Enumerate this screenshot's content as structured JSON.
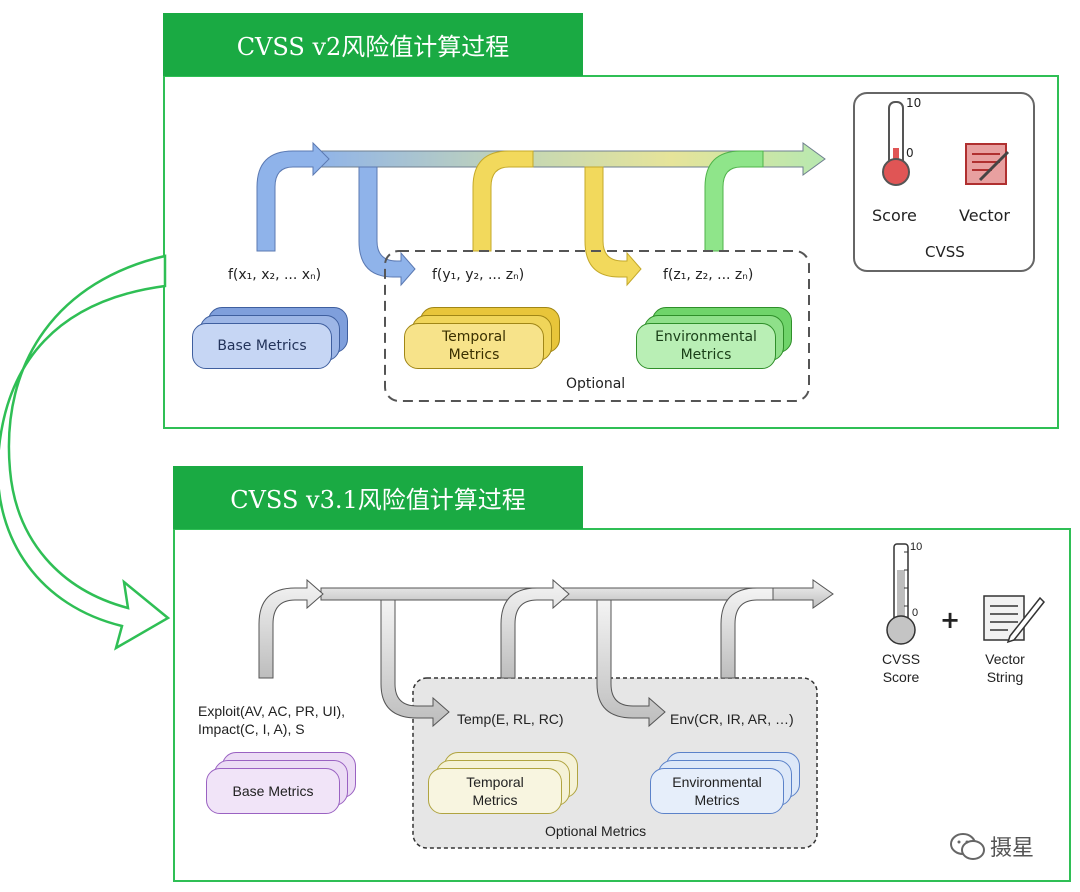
{
  "v2": {
    "title": "CVSS  v2风险值计算过程",
    "func_base": "f(x₁, x₂, ... xₙ)",
    "func_temporal": "f(y₁, y₂, ... zₙ)",
    "func_env": "f(z₁, z₂, ... zₙ)",
    "base_metrics": "Base Metrics",
    "temporal_metrics_1": "Temporal",
    "temporal_metrics_2": "Metrics",
    "env_metrics_1": "Environmental",
    "env_metrics_2": "Metrics",
    "optional": "Optional",
    "cvss_box": {
      "scale_max": "10",
      "scale_min": "0",
      "score_label": "Score",
      "vector_label": "Vector",
      "box_label": "CVSS"
    }
  },
  "v31": {
    "title": "CVSS  v3.1风险值计算过程",
    "func_base_1": "Exploit(AV, AC, PR, UI),",
    "func_base_2": "Impact(C, I, A), S",
    "func_temporal": "Temp(E, RL, RC)",
    "func_env": "Env(CR, IR, AR, …)",
    "base_metrics": "Base Metrics",
    "temporal_metrics_1": "Temporal",
    "temporal_metrics_2": "Metrics",
    "env_metrics_1": "Environmental",
    "env_metrics_2": "Metrics",
    "optional": "Optional Metrics",
    "scale_max": "10",
    "scale_min": "0",
    "plus": "+",
    "score_label_1": "CVSS",
    "score_label_2": "Score",
    "vector_label_1": "Vector",
    "vector_label_2": "String"
  },
  "watermark": "摄星",
  "colors": {
    "green": "#1aaa43",
    "blue": "#8fb3ea",
    "yellow": "#f2d95c",
    "lightgreen": "#8fe58a",
    "purple": "#d9b8ee",
    "gray": "#d6d6d6"
  }
}
